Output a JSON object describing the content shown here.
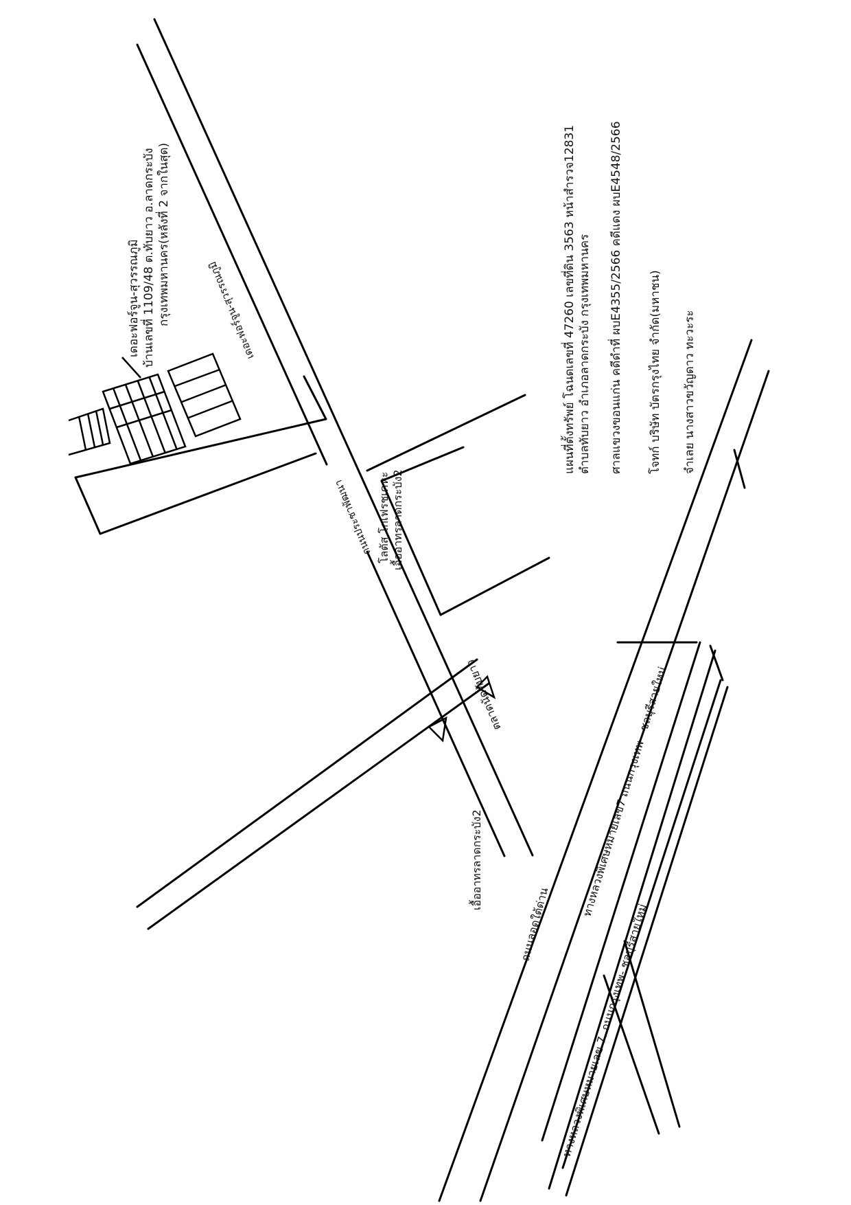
{
  "labels": {
    "project_name_top": "เดอะฟอร์จูน-สุวรรณภูมิ",
    "property_address_1": "บ้านเลขที่ 1109/48  ต.ทับยาว  อ.ลาดกระบัง",
    "property_address_2": "กรุงเทพมหานคร(หลังที่ 2 จากในสุด)",
    "project_name_road": "เดอะฟอร์จูน-สุวรรณภูมิ",
    "road_prachapattana": "ถนนประชาพัฒนา",
    "lotus": "โลตัส  โกเฟรชเคหะ",
    "lat_krabang_housing_2_a": "เอื้ออาทรลาดกระบัง2",
    "market": "ตลาดนัดทับยาว",
    "lat_krabang_housing_2_b": "เอื้ออาทรลาดกระบัง2",
    "road_underpass": "ถนนลอดใต้ด่าน",
    "motorway_upper": "ทางหลวงพิเศษหมายเลข7  ถนนกรุงเทพ - ชลบุรีสายใหม่",
    "motorway_lower": "ทางหลวงพิเศษหมายเลข 7. ถนนกรุงเทพ- ชลบุรีสายใหม่"
  },
  "info": {
    "line1": "แผนที่ตั้งทรัพย์  โฉนดเลขที่ 47260  เลขที่ดิน 3563  หน้าสำรวจ12831",
    "line2": "ตำบลทับยาว  อำเภอลาดกระบัง  กรุงเทพมหานคร",
    "line3": "ศาลแขวงขอนแก่น  คดีดำที่ ผบE4355/2566  คดีแดง ผบE4548/2566",
    "line4": "โจทก์  บริษัท  บัตรกรุงไทย  จำกัด(มหาชน)",
    "line5": "จำเลย  นางสาวขวัญดาว  ทะวะระ"
  }
}
